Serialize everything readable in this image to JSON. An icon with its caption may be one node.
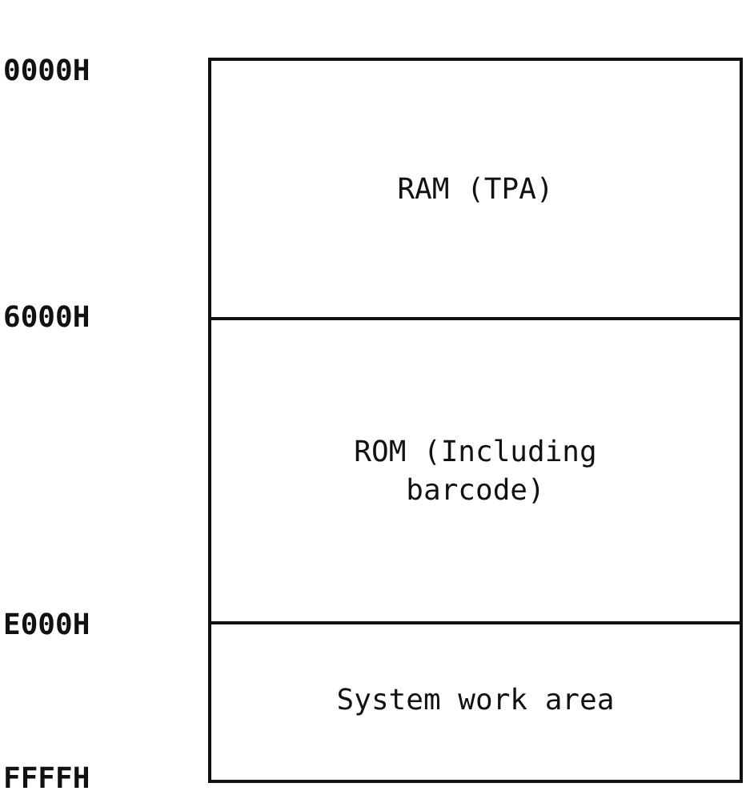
{
  "diagram": {
    "nodes": [
      {
        "text": [
          "RAM (TPA)"
        ]
      },
      {
        "text": [
          "ROM (Including barcode)"
        ]
      },
      {
        "text": [
          "System work area"
        ]
      }
    ],
    "labels": [
      "0000H",
      "6000H",
      "E000H",
      "FFFFH"
    ]
  }
}
